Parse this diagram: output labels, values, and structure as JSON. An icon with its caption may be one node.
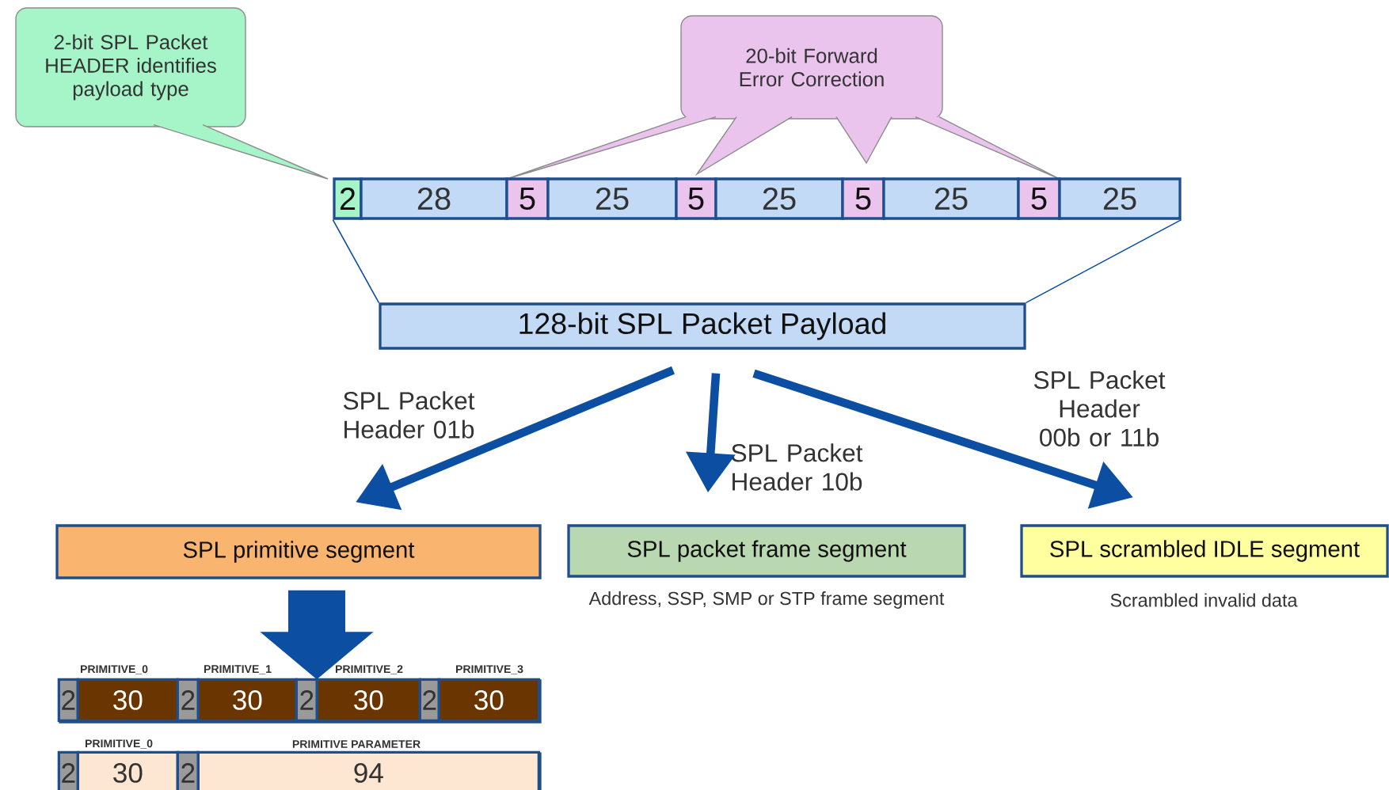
{
  "diagram": {
    "nodes": [
      {
        "text": [
          "2-bit SPL Packet HEADER identifies payload type"
        ]
      },
      {
        "text": [
          "20-bit Forward Error Correction"
        ]
      },
      {
        "text": [
          "2"
        ]
      },
      {
        "text": [
          "28"
        ]
      },
      {
        "text": [
          "5"
        ]
      },
      {
        "text": [
          "25"
        ]
      },
      {
        "text": [
          "5"
        ]
      },
      {
        "text": [
          "25"
        ]
      },
      {
        "text": [
          "5"
        ]
      },
      {
        "text": [
          "25"
        ]
      },
      {
        "text": [
          "5"
        ]
      },
      {
        "text": [
          "25"
        ]
      },
      {
        "text": [
          "128-bit SPL Packet Payload"
        ]
      },
      {
        "text": [
          "SPL primitive segment"
        ]
      },
      {
        "text": [
          "SPL packet frame segment"
        ],
        "beside": [
          "Address, SSP, SMP or STP frame segment"
        ]
      },
      {
        "text": [
          "SPL scrambled IDLE segment"
        ],
        "beside": [
          "Scrambled invalid data"
        ]
      },
      {
        "text": [],
        "shape": "bar"
      },
      {
        "text": [
          "2"
        ],
        "in": 16
      },
      {
        "text": [
          "30"
        ],
        "in": 16,
        "beside": [
          "PRIMITIVE_0"
        ]
      },
      {
        "text": [
          "2"
        ],
        "in": 16
      },
      {
        "text": [
          "30"
        ],
        "in": 16,
        "beside": [
          "PRIMITIVE_1"
        ]
      },
      {
        "text": [
          "2"
        ],
        "in": 16
      },
      {
        "text": [
          "30"
        ],
        "in": 16,
        "beside": [
          "PRIMITIVE_2"
        ]
      },
      {
        "text": [
          "2"
        ],
        "in": 16
      },
      {
        "text": [
          "30"
        ],
        "in": 16,
        "beside": [
          "PRIMITIVE_3"
        ]
      },
      {
        "text": [],
        "shape": "bar"
      },
      {
        "text": [
          "2"
        ],
        "in": 25
      },
      {
        "text": [
          "30"
        ],
        "in": 25,
        "beside": [
          "PRIMITIVE_0"
        ]
      },
      {
        "text": [
          "2"
        ],
        "in": 25
      },
      {
        "text": [
          "94"
        ],
        "in": 25,
        "beside": [
          "PRIMITIVE PARAMETER"
        ]
      }
    ],
    "edges": [
      {
        "from": 2,
        "to": 12,
        "arrow": "none"
      },
      {
        "from": 11,
        "to": 12,
        "arrow": "none"
      },
      {
        "from": 12,
        "to": 13,
        "arrow": "to",
        "label": "SPL Packet Header 01b"
      },
      {
        "from": 12,
        "to": 14,
        "arrow": "to",
        "label": "SPL Packet Header 10b"
      },
      {
        "from": 12,
        "to": 15,
        "arrow": "to",
        "label": "SPL Packet Header 00b or 11b"
      },
      {
        "from": 13,
        "to": 16,
        "arrow": "to",
        "style": "thick"
      }
    ]
  }
}
